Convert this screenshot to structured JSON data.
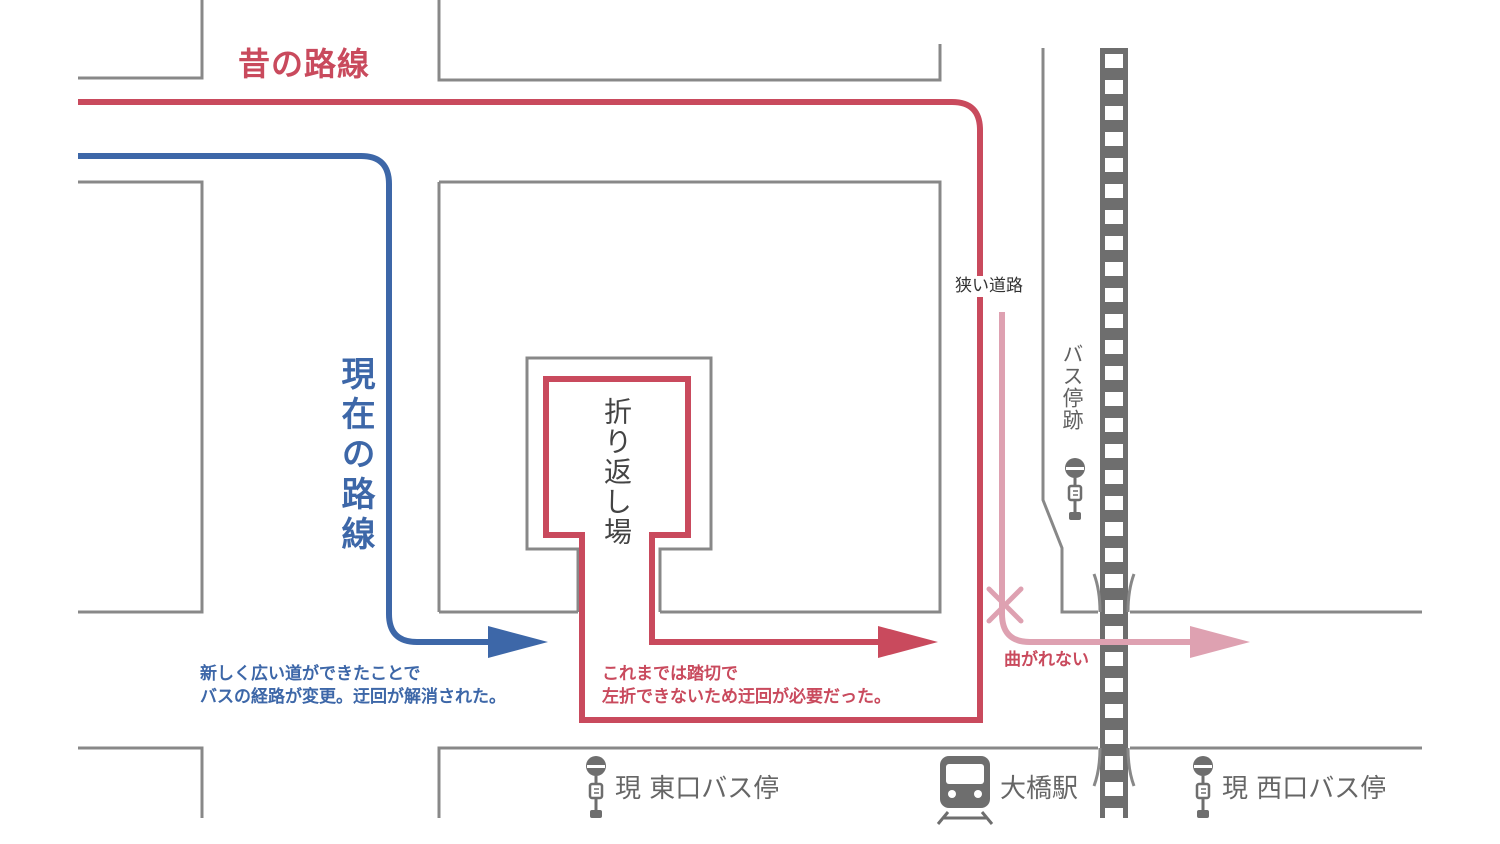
{
  "labels": {
    "old_route": "昔の路線",
    "current_route": "現在の路線",
    "turnaround": "折り返し場",
    "narrow_road": "狭い道路",
    "former_bus_stop": "バス停跡",
    "cannot_turn": "曲がれない",
    "note_new_line1": "新しく広い道ができたことで",
    "note_new_line2": "バスの経路が変更。迂回が解消された。",
    "note_old_line1": "これまでは踏切で",
    "note_old_line2": "左折できないため迂回が必要だった。",
    "east_stop": "現 東口バス停",
    "station": "大橋駅",
    "west_stop": "現 西口バス停"
  },
  "colors": {
    "old_route": "#c94a5d",
    "current_route": "#3d67a8",
    "blocked_route": "#dea1b1",
    "road": "#888888",
    "rail": "#6e6e6e"
  },
  "icons": [
    "bus-stop-icon",
    "train-icon",
    "cross-mark-icon",
    "arrow-icon"
  ]
}
